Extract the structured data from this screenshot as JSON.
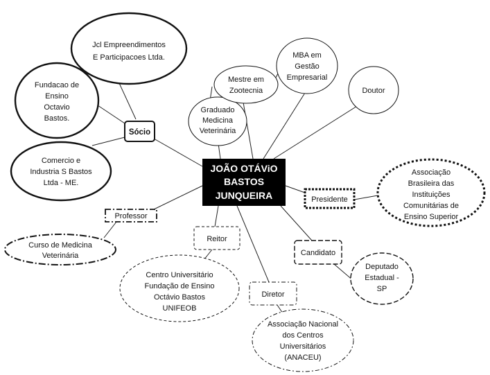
{
  "center": {
    "lines": [
      "JOÃO OTÁViO",
      "BASTOS",
      "JUNQUEIRA"
    ]
  },
  "socio": {
    "label": "Sócio",
    "companies": [
      {
        "lines": [
          "Jcl Empreendimentos",
          "E Participacoes Ltda."
        ]
      },
      {
        "lines": [
          "Fundacao de",
          "Ensino",
          "Octavio",
          "Bastos."
        ]
      },
      {
        "lines": [
          "Comercio e",
          "Industria S Bastos",
          "Ltda - ME."
        ]
      }
    ]
  },
  "education": [
    {
      "lines": [
        "Graduado",
        "Medicina",
        "Veterinária"
      ]
    },
    {
      "lines": [
        "Mestre em",
        "Zootecnia"
      ]
    },
    {
      "lines": [
        "MBA  em",
        "Gestão",
        "Empresarial"
      ]
    },
    {
      "lines": [
        "Doutor"
      ]
    }
  ],
  "roles": {
    "presidente": {
      "label": "Presidente",
      "org_lines": [
        "Associação",
        "Brasileira das",
        "Instituições",
        "Comunitárias de",
        "Ensino Superior"
      ]
    },
    "professor": {
      "label": "Professor",
      "org_lines": [
        "Curso de Medicina",
        "Veterinária"
      ]
    },
    "reitor": {
      "label": "Reitor",
      "org_lines": [
        "Centro Universitário",
        "Fundação de Ensino",
        "Octávio Bastos",
        "UNIFEOB"
      ]
    },
    "diretor": {
      "label": "Diretor",
      "org_lines": [
        "Associação Nacional",
        "dos Centros",
        "Universitários",
        "(ANACEU)"
      ]
    },
    "candidato": {
      "label": "Candidato",
      "org_lines": [
        "Deputado",
        "Estadual -",
        "SP"
      ]
    }
  }
}
